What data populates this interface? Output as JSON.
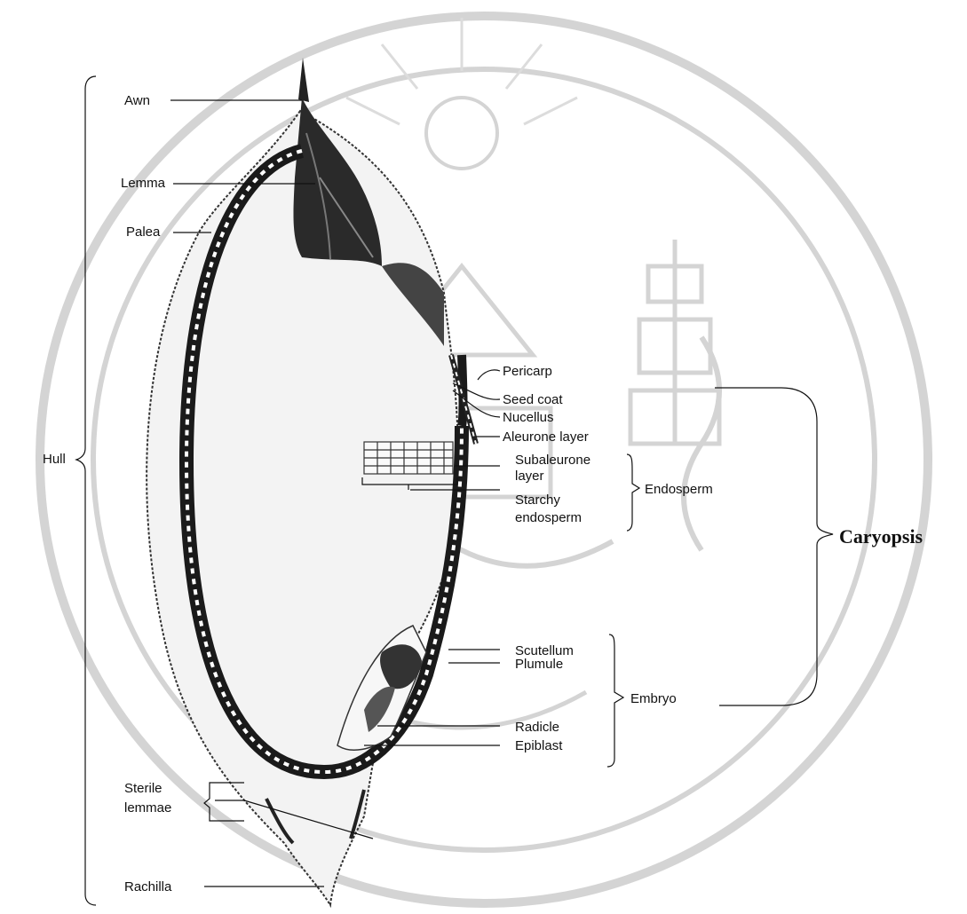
{
  "watermark": {
    "kind": "university seal (decorative, unreadable lettering)",
    "color": "#d4d4d4"
  },
  "labels": {
    "awn": "Awn",
    "lemma": "Lemma",
    "palea": "Palea",
    "hull": "Hull",
    "sterile_lemmae": [
      "Sterile",
      "lemmae"
    ],
    "rachilla": "Rachilla",
    "pericarp": "Pericarp",
    "seed_coat": "Seed coat",
    "nucellus": "Nucellus",
    "aleurone_layer": "Aleurone layer",
    "subaleurone_layer": [
      "Subaleurone",
      "layer"
    ],
    "starchy_endosperm": [
      "Starchy",
      "endosperm"
    ],
    "endosperm": "Endosperm",
    "scutellum": "Scutellum",
    "plumule": "Plumule",
    "embryo": "Embryo",
    "radicle": "Radicle",
    "epiblast": "Epiblast",
    "caryopsis": "Caryopsis"
  },
  "colors": {
    "ink": "#111111",
    "grain": "#1a1a1a",
    "background": "#ffffff"
  }
}
